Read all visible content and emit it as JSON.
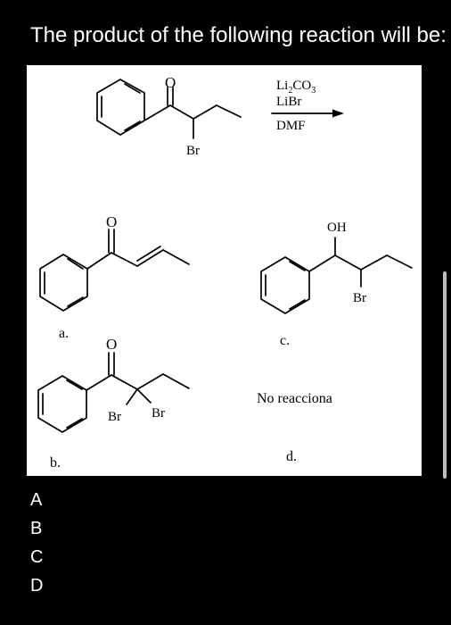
{
  "question": "The product of the following reaction will be:",
  "reaction": {
    "reactant_labels": {
      "oxygen": "O",
      "bromine": "Br"
    },
    "reagent_top": "Li",
    "reagent_top_sub": "2",
    "reagent_top_rest": "CO",
    "reagent_top_sub2": "3",
    "reagent_middle": "LiBr",
    "reagent_bottom": "DMF"
  },
  "choices": {
    "a": {
      "letter": "a.",
      "oxygen": "O"
    },
    "b": {
      "letter": "b.",
      "oxygen": "O",
      "bromine_1": "Br",
      "bromine_2": "Br"
    },
    "c": {
      "letter": "c.",
      "hydroxyl": "OH",
      "bromine": "Br"
    },
    "d": {
      "letter": "d.",
      "text": "No reacciona"
    }
  },
  "answer_options": [
    "A",
    "B",
    "C",
    "D"
  ]
}
